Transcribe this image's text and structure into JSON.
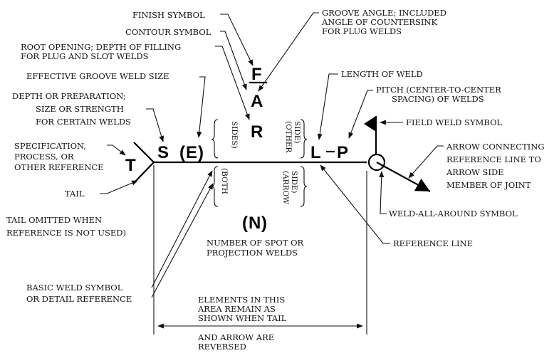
{
  "symbols": {
    "F": "F",
    "A": "A",
    "R": "R",
    "T": "T",
    "S": "S",
    "E": "E",
    "L": "L",
    "P": "P",
    "N": "N"
  },
  "labels": {
    "finish_symbol": "FINISH SYMBOL",
    "contour_symbol": "CONTOUR SYMBOL",
    "root_opening_1": "ROOT OPENING; DEPTH OF FILLING",
    "root_opening_2": "FOR PLUG AND SLOT WELDS",
    "effective_groove": "EFFECTIVE GROOVE WELD SIZE",
    "depth_prep_1": "DEPTH OR PREPARATION;",
    "depth_prep_2": "SIZE OR STRENGTH",
    "depth_prep_3": "FOR CERTAIN WELDS",
    "specification_1": "SPECIFICATION,",
    "specification_2": "PROCESS, OR",
    "specification_3": "OTHER REFERENCE",
    "tail": "TAIL",
    "tail_omitted_1": "TAIL OMITTED WHEN",
    "tail_omitted_2": "REFERENCE IS NOT USED)",
    "basic_weld_1": "BASIC WELD SYMBOL",
    "basic_weld_2": "OR DETAIL REFERENCE",
    "groove_angle_1": "GROOVE ANGLE; INCLUDED",
    "groove_angle_2": "ANGLE OF COUNTERSINK",
    "groove_angle_3": "FOR PLUG WELDS",
    "length_of_weld": "LENGTH OF WELD",
    "pitch_1": "PITCH (CENTER-TO-CENTER",
    "pitch_2": "SPACING) OF WELDS",
    "field_weld": "FIELD WELD SYMBOL",
    "arrow_conn_1": "ARROW CONNECTING",
    "arrow_conn_2": "REFERENCE LINE TO",
    "arrow_conn_3": "ARROW SIDE",
    "arrow_conn_4": "MEMBER OF JOINT",
    "weld_all_around": "WELD-ALL-AROUND SYMBOL",
    "reference_line": "REFERENCE LINE",
    "spot_1": "NUMBER OF SPOT OR",
    "spot_2": "PROJECTION WELDS",
    "elements_1": "ELEMENTS IN THIS",
    "elements_2": "AREA REMAIN AS",
    "elements_3": "SHOWN WHEN TAIL",
    "elements_4": "AND ARROW ARE",
    "elements_5": "REVERSED",
    "other_side_1": "(OTHER",
    "other_side_2": "SIDE)",
    "both_sides_1": "(BOTH",
    "both_sides_2": "SIDES)",
    "arrow_side_1": "(ARROW",
    "arrow_side_2": "SIDE)"
  }
}
